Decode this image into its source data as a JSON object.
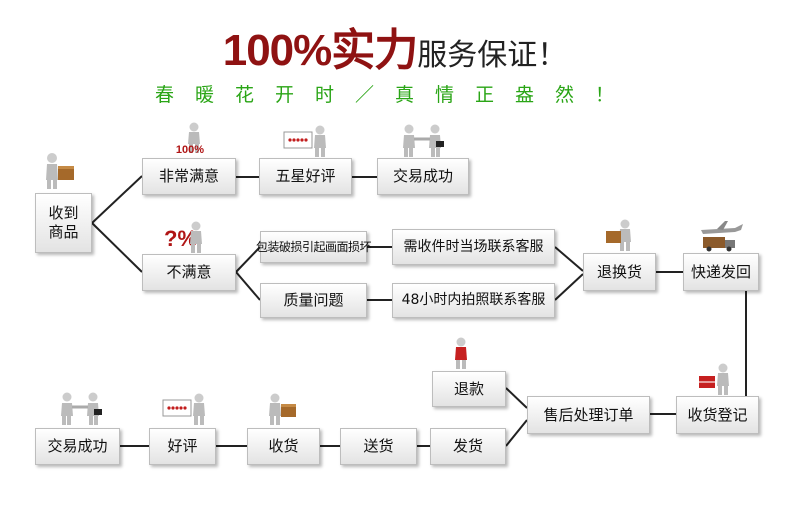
{
  "header": {
    "title_highlight": "100%实力",
    "title_rest": "服务保证！",
    "subtitle": "春暖花开时／真情正盎然！"
  },
  "flow": {
    "receive": "收到商品",
    "satisfied": "非常满意",
    "five_star": "五星好评",
    "deal_done": "交易成功",
    "unsatisfied": "不满意",
    "pkg_damage": "包装破损引起画面损坏",
    "contact_onsite": "需收件时当场联系客服",
    "quality": "质量问题",
    "contact_48h": "48小时内拍照联系客服",
    "return_exchange": "退换货",
    "express_back": "快递发回",
    "receipt_register": "收货登记",
    "after_sales": "售后处理订单",
    "refund": "退款",
    "ship": "发货",
    "deliver": "送货",
    "receive_goods": "收货",
    "good_review": "好评",
    "deal_done_2": "交易成功"
  },
  "icons": {
    "percent_badge": "100%",
    "question_percent": "?%"
  },
  "colors": {
    "title_red": "#8f1212",
    "subtitle_green": "#2aa516",
    "line": "#222222",
    "figure": "#cccccc"
  }
}
